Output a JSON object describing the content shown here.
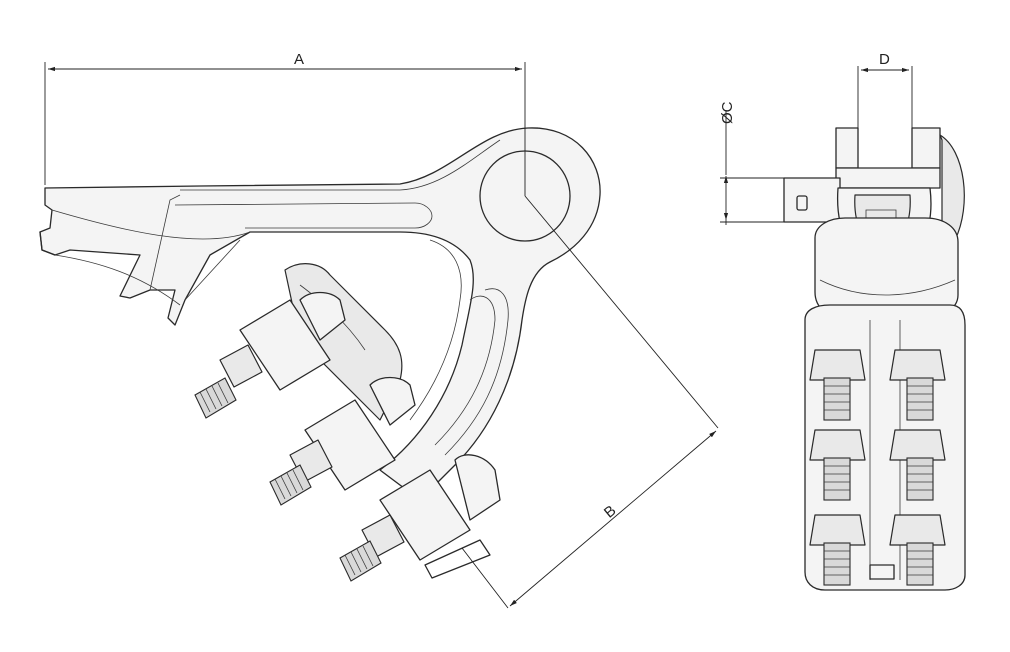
{
  "diagram": {
    "labels": {
      "a": "A",
      "b": "B",
      "c": "ØC",
      "d": "D"
    },
    "colors": {
      "line": "#2a2a2a",
      "fill": "#f4f4f4",
      "background": "#ffffff"
    }
  }
}
